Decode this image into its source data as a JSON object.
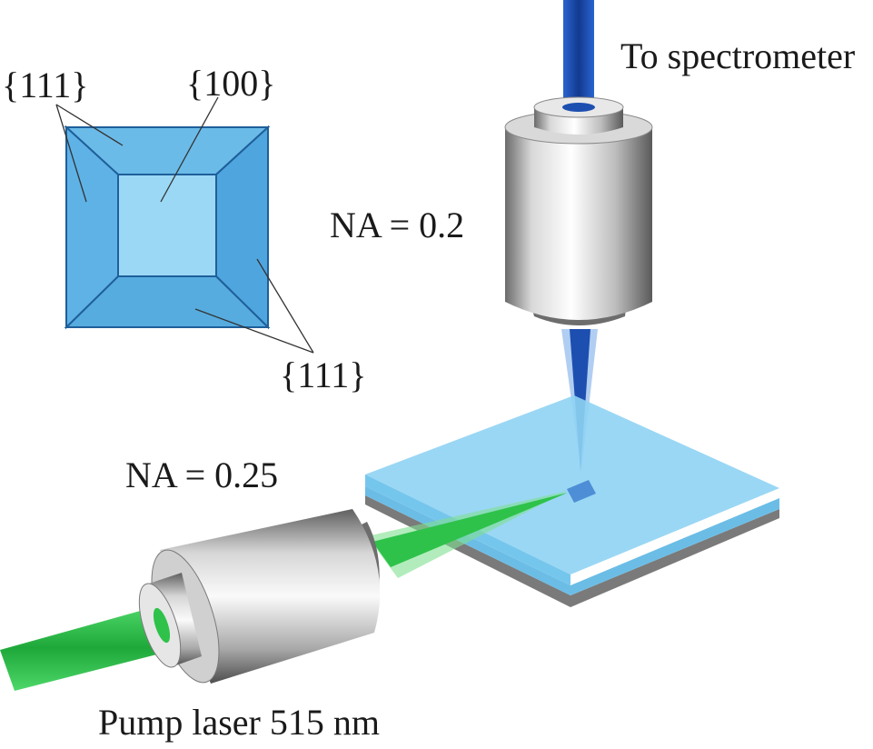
{
  "labels": {
    "to_spectrometer": "To spectrometer",
    "facet_111_top": "{111}",
    "facet_100": "{100}",
    "facet_111_bottom": "{111}",
    "na_collection": "NA = 0.2",
    "na_pump": "NA = 0.25",
    "pump_laser": "Pump laser 515 nm"
  },
  "colors": {
    "crystal_face": "#5ab0e4",
    "crystal_top_face": "#9bd8f5",
    "crystal_edge": "#1f5f9a",
    "substrate_top": "#8fd3f3",
    "substrate_side": "#6bbde6",
    "substrate_base": "#9a9a9a",
    "collection_beam": "#1d4fb0",
    "pump_beam": "#2ec24a",
    "objective_metal": "#c9c9c9"
  },
  "icons": [
    "microscope-objective-icon",
    "crystal-facet-icon",
    "substrate-icon"
  ]
}
